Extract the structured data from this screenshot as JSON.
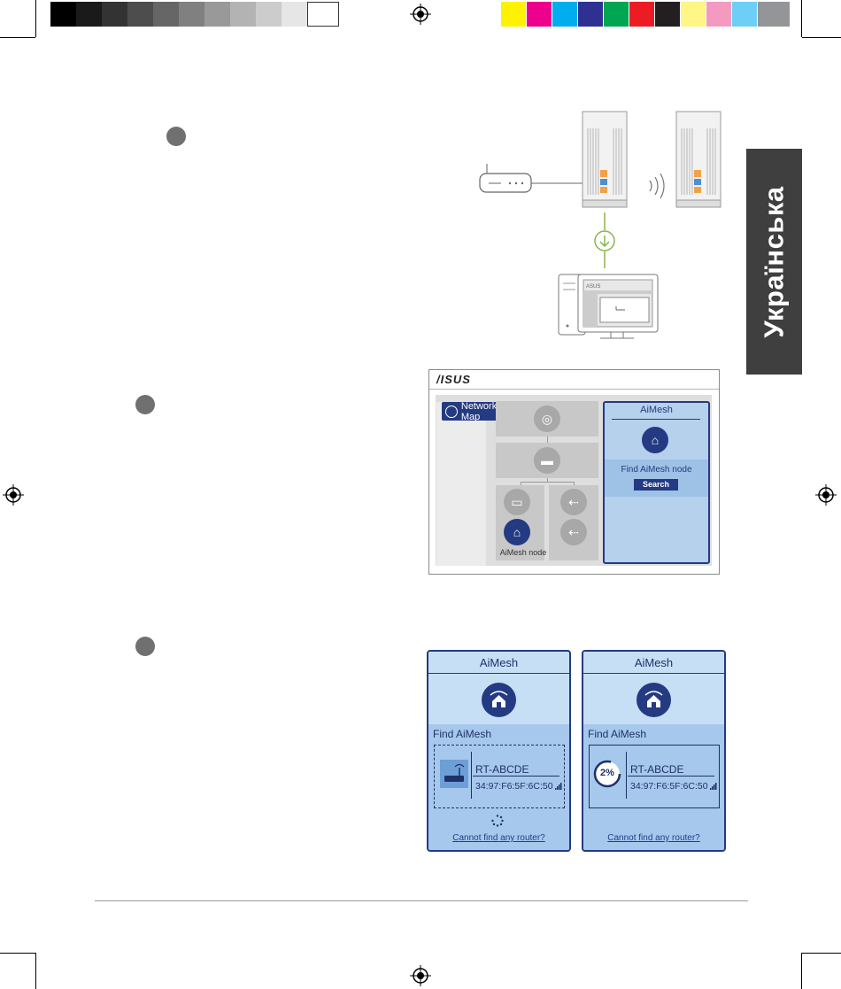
{
  "color_bar": {
    "grays": [
      "#000000",
      "#1a1a1a",
      "#333333",
      "#4d4d4d",
      "#666666",
      "#808080",
      "#999999",
      "#b3b3b3",
      "#cccccc",
      "#e6e6e6",
      "#ffffff"
    ],
    "colors": [
      "#fff200",
      "#ec008c",
      "#00aeef",
      "#2e3192",
      "#00a651",
      "#ed1c24",
      "#231f20",
      "#fff685",
      "#f49ac1",
      "#6dcff6",
      "#939598"
    ]
  },
  "language_tab": "Українська",
  "diagram": {
    "monitor_brand": "ASUS"
  },
  "network_map": {
    "logo": "/ISUS",
    "network_map_button": "Network Map",
    "aimesh_title": "AiMesh",
    "find_label": "Find AiMesh node",
    "search_button": "Search",
    "node_label": "AiMesh node"
  },
  "find_cards": [
    {
      "title": "AiMesh",
      "find_label": "Find AiMesh",
      "device_name": "RT-ABCDE",
      "mac": "34:97:F6:5F:6C:50",
      "link": "Cannot find any router?"
    },
    {
      "title": "AiMesh",
      "find_label": "Find AiMesh",
      "progress": "2%",
      "device_name": "RT-ABCDE",
      "mac": "34:97:F6:5F:6C:50",
      "link": "Cannot find any router?"
    }
  ],
  "accent_color": "#243a83"
}
